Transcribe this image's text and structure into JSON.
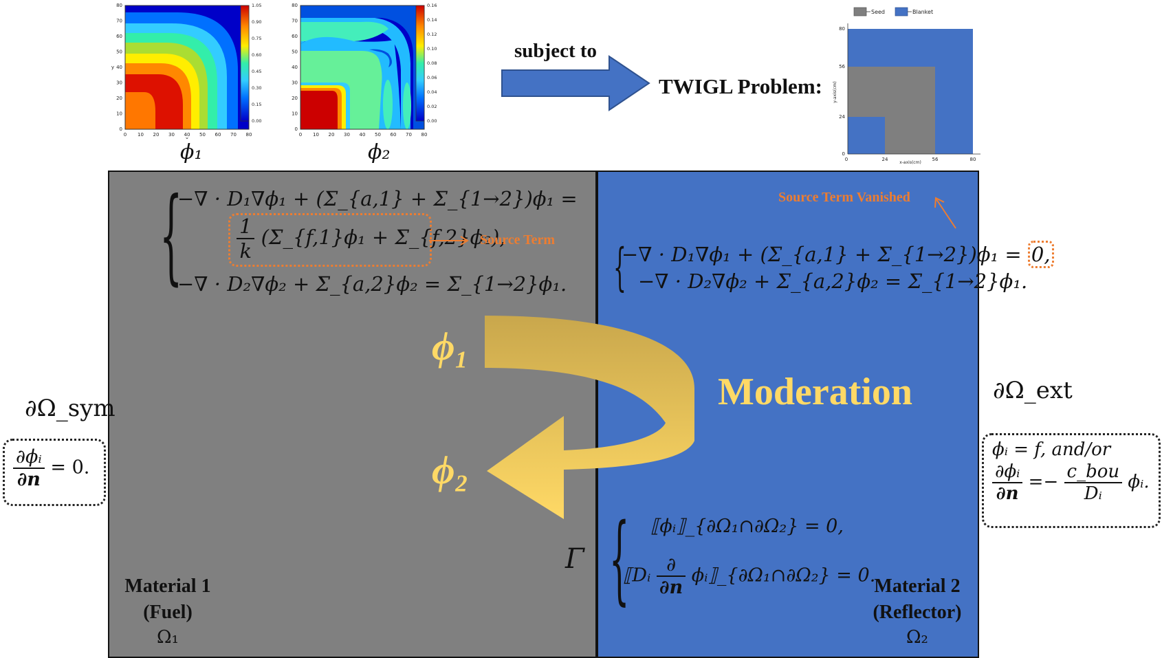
{
  "top": {
    "phi1_label": "ϕ₁",
    "phi2_label": "ϕ₂",
    "subject_to": "subject to",
    "problem_label": "TWIGL Problem:"
  },
  "plot1": {
    "x_label": "x",
    "y_label": "y",
    "x_ticks": [
      "0",
      "10",
      "20",
      "30",
      "40",
      "50",
      "60",
      "70",
      "80"
    ],
    "y_ticks": [
      "0",
      "10",
      "20",
      "30",
      "40",
      "50",
      "60",
      "70",
      "80"
    ],
    "colorbar_ticks": [
      "0.00",
      "0.15",
      "0.30",
      "0.45",
      "0.60",
      "0.75",
      "0.90",
      "1.05"
    ]
  },
  "plot2": {
    "x_ticks": [
      "0",
      "10",
      "20",
      "30",
      "40",
      "50",
      "60",
      "70",
      "80"
    ],
    "y_ticks": [
      "0",
      "10",
      "20",
      "30",
      "40",
      "50",
      "60",
      "70",
      "80"
    ],
    "colorbar_ticks": [
      "0.00",
      "0.02",
      "0.04",
      "0.06",
      "0.08",
      "0.10",
      "0.12",
      "0.14",
      "0.16"
    ]
  },
  "geometry": {
    "legend": [
      "Seed",
      "Blanket"
    ],
    "colors": {
      "seed": "#7F7F7F",
      "blanket": "#4472C4"
    },
    "x_ticks": [
      "0",
      "24",
      "56",
      "80"
    ],
    "y_ticks": [
      "0",
      "24",
      "56",
      "80"
    ],
    "x_label": "x-axis(cm)",
    "y_label": "y-axis(cm)"
  },
  "fuel": {
    "eq1a": "−∇ · D₁∇ϕ₁ + (Σ_{a,1} + Σ_{1→2})ϕ₁ =",
    "eq1b_num": "1",
    "eq1b_den": "k",
    "eq1b_rest": "(Σ_{f,1}ϕ₁ + Σ_{f,2}ϕ₂),",
    "eq2": "−∇ · D₂∇ϕ₂ + Σ_{a,2}ϕ₂ = Σ_{1→2}ϕ₁.",
    "source_term": "Source Term",
    "material_line1": "Material 1",
    "material_line2": "(Fuel)",
    "domain": "Ω₁",
    "color": "#808080"
  },
  "reflector": {
    "source_vanished": "Source Term Vanished",
    "eq1": "−∇ · D₁∇ϕ₁ + (Σ_{a,1} + Σ_{1→2})ϕ₁ =",
    "eq1_zero": "0,",
    "eq2": "−∇ · D₂∇ϕ₂ + Σ_{a,2}ϕ₂ = Σ_{1→2}ϕ₁.",
    "material_line1": "Material 2",
    "material_line2": "(Reflector)",
    "domain": "Ω₂",
    "color": "#4472C4"
  },
  "flow": {
    "phi1": "ϕ₁",
    "phi2": "ϕ₂",
    "moderation": "Moderation",
    "arrow_color": "#FFD966"
  },
  "interface": {
    "gamma": "Γ",
    "jump1": "⟦ϕᵢ⟧_{∂Ω₁∩∂Ω₂} = 0,",
    "jump2_pre": "⟦Dᵢ",
    "jump2_num": "∂",
    "jump2_den": "∂n",
    "jump2_post": "ϕᵢ⟧_{∂Ω₁∩∂Ω₂} = 0."
  },
  "sym_boundary": {
    "label": "∂Ω_sym",
    "num": "∂ϕᵢ",
    "den": "∂n",
    "rest": "= 0."
  },
  "ext_boundary": {
    "label": "∂Ω_ext",
    "line1": "ϕᵢ = f, and/or",
    "num": "∂ϕᵢ",
    "den": "∂n",
    "eq": "=−",
    "c_num": "c_bou",
    "c_den": "Dᵢ",
    "tail": "ϕᵢ."
  }
}
